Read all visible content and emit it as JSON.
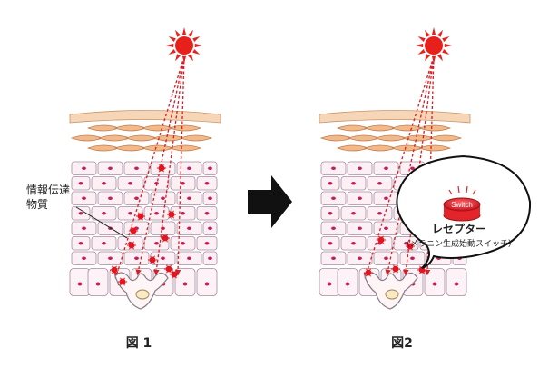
{
  "figure1": {
    "caption": "図 1",
    "annotation_line1": "情報伝達",
    "annotation_line2": "物質"
  },
  "figure2": {
    "caption": "図2",
    "receptor_title": "レセプター",
    "receptor_subtitle": "（メラニン生成始動スイッチ）",
    "switch_label": "Switch"
  },
  "colors": {
    "sun": "#e8201c",
    "ray": "#d81e24",
    "skin_top": "#f2b98a",
    "cell_outline": "#a48aa0",
    "nucleus": "#c21f5a",
    "messenger": "#e5141e",
    "arrow": "#111111"
  }
}
